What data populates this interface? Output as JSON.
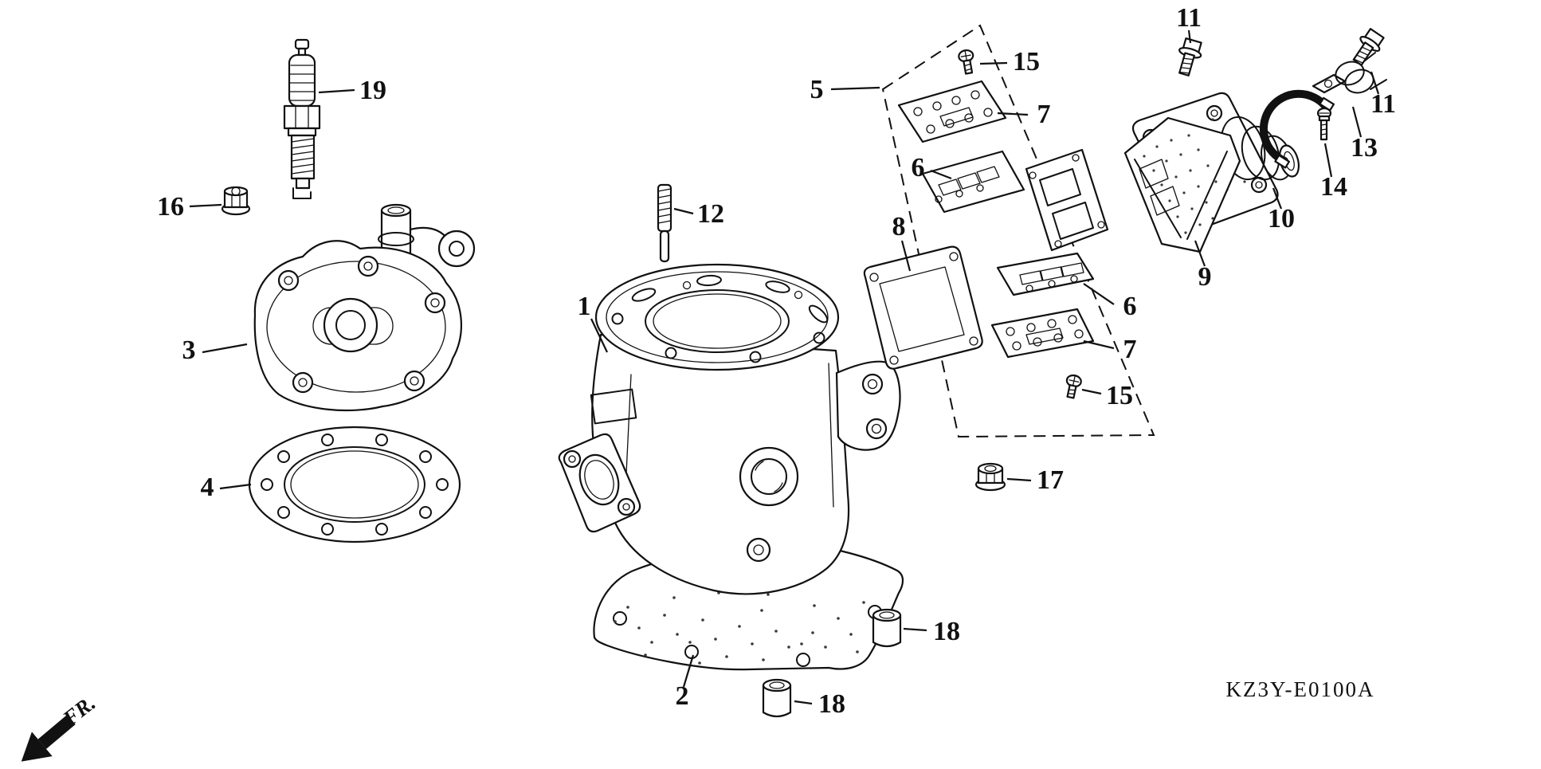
{
  "diagram": {
    "code": "KZ3Y-E0100A",
    "front_label": "FR."
  },
  "callouts": [
    {
      "number": "1"
    },
    {
      "number": "2"
    },
    {
      "number": "3"
    },
    {
      "number": "4"
    },
    {
      "number": "5"
    },
    {
      "number": "6"
    },
    {
      "number": "6"
    },
    {
      "number": "7"
    },
    {
      "number": "7"
    },
    {
      "number": "8"
    },
    {
      "number": "9"
    },
    {
      "number": "10"
    },
    {
      "number": "11"
    },
    {
      "number": "11"
    },
    {
      "number": "12"
    },
    {
      "number": "13"
    },
    {
      "number": "14"
    },
    {
      "number": "15"
    },
    {
      "number": "15"
    },
    {
      "number": "16"
    },
    {
      "number": "17"
    },
    {
      "number": "18"
    },
    {
      "number": "18"
    },
    {
      "number": "19"
    }
  ]
}
